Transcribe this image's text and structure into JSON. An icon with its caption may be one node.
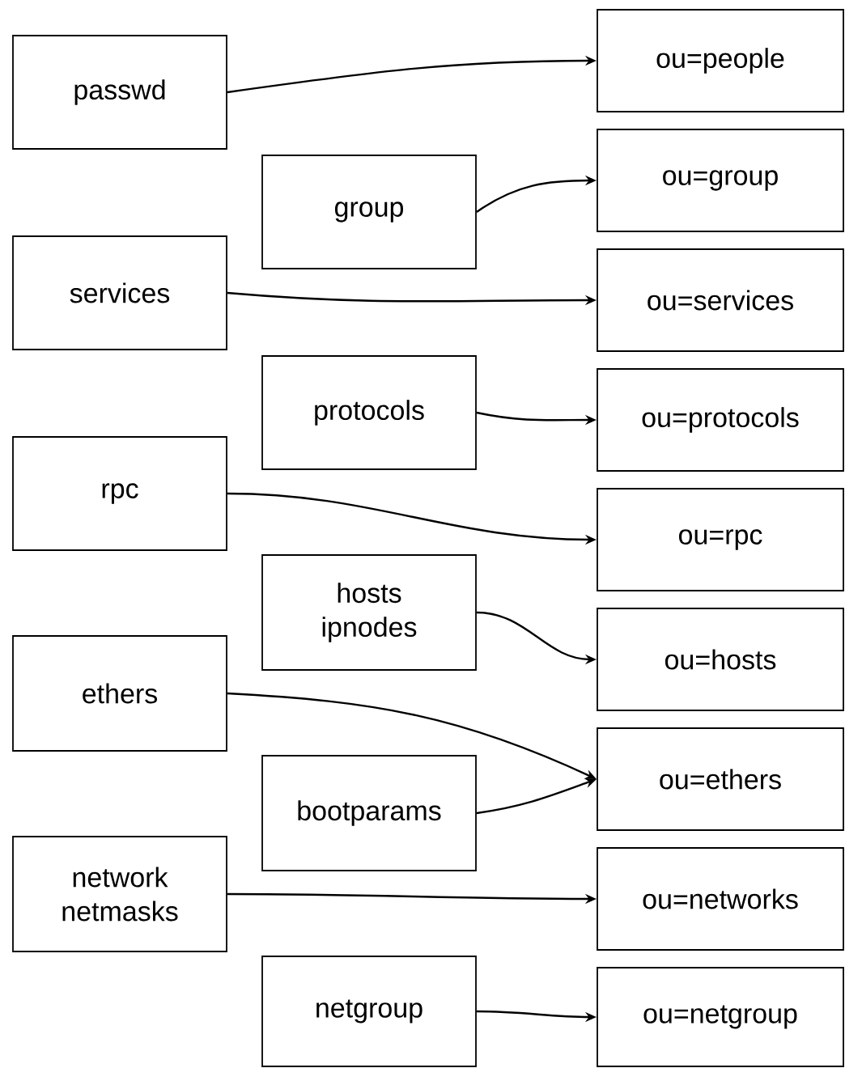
{
  "diagram": {
    "nodes": [
      {
        "text": [
          "passwd"
        ]
      },
      {
        "text": [
          "ou=people"
        ]
      },
      {
        "text": [
          "group"
        ]
      },
      {
        "text": [
          "ou=group"
        ]
      },
      {
        "text": [
          "services"
        ]
      },
      {
        "text": [
          "ou=services"
        ]
      },
      {
        "text": [
          "protocols"
        ]
      },
      {
        "text": [
          "ou=protocols"
        ]
      },
      {
        "text": [
          "rpc"
        ]
      },
      {
        "text": [
          "ou=rpc"
        ]
      },
      {
        "text": [
          "hosts",
          "ipnodes"
        ]
      },
      {
        "text": [
          "ou=hosts"
        ]
      },
      {
        "text": [
          "ethers"
        ]
      },
      {
        "text": [
          "ou=ethers"
        ]
      },
      {
        "text": [
          "bootparams"
        ]
      },
      {
        "text": [
          "network",
          "netmasks"
        ]
      },
      {
        "text": [
          "ou=networks"
        ]
      },
      {
        "text": [
          "netgroup"
        ]
      },
      {
        "text": [
          "ou=netgroup"
        ]
      }
    ],
    "edges": [
      {
        "from": 0,
        "to": 1,
        "arrow": "to"
      },
      {
        "from": 2,
        "to": 3,
        "arrow": "to"
      },
      {
        "from": 4,
        "to": 5,
        "arrow": "to"
      },
      {
        "from": 6,
        "to": 7,
        "arrow": "to"
      },
      {
        "from": 8,
        "to": 9,
        "arrow": "to"
      },
      {
        "from": 10,
        "to": 11,
        "arrow": "to"
      },
      {
        "from": 12,
        "to": 13,
        "arrow": "to"
      },
      {
        "from": 14,
        "to": 13,
        "arrow": "to"
      },
      {
        "from": 15,
        "to": 16,
        "arrow": "to"
      },
      {
        "from": 17,
        "to": 18,
        "arrow": "to"
      }
    ]
  }
}
